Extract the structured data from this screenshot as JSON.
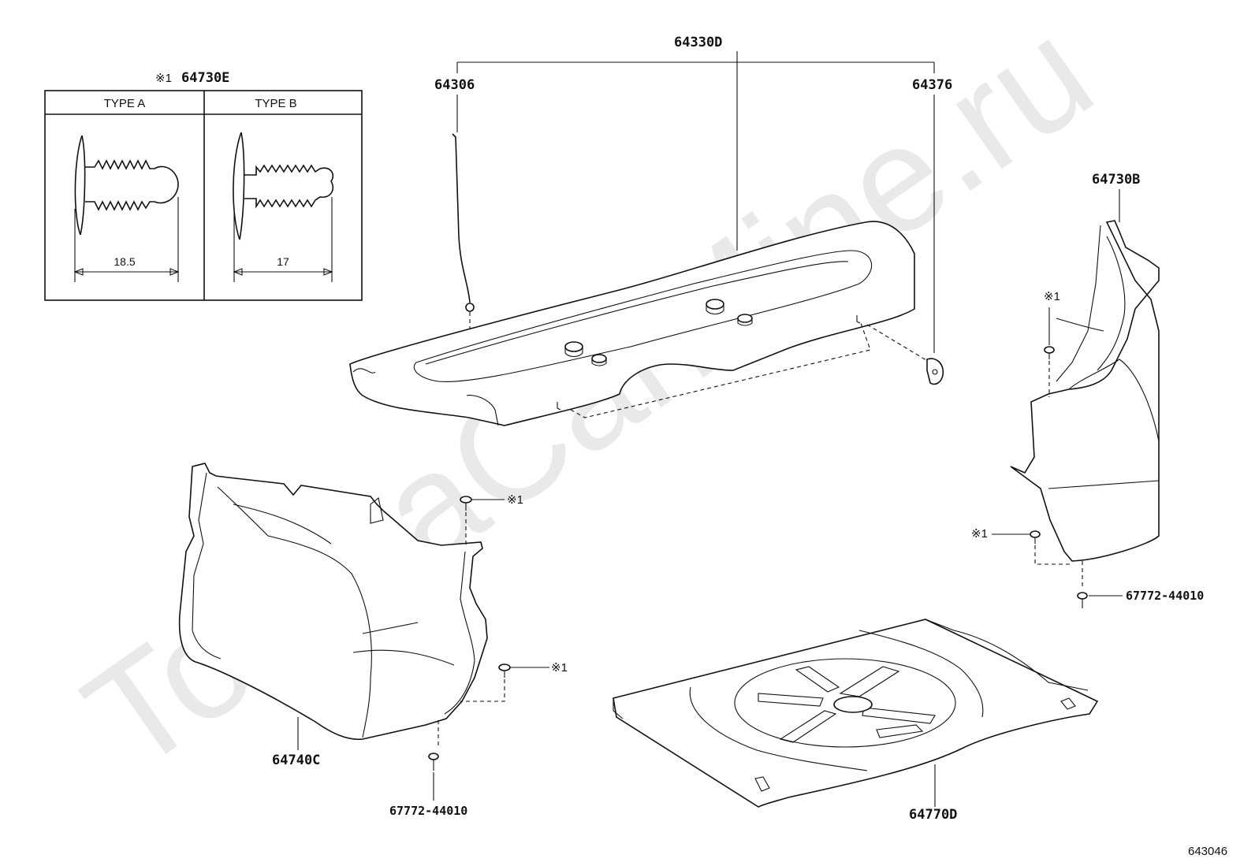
{
  "watermark": "ToyotaCarMine.ru",
  "figure_id": "643046",
  "callouts": {
    "p64330D": "64330D",
    "p64306": "64306",
    "p64376": "64376",
    "p64730B": "64730B",
    "p64740C": "64740C",
    "p64770D": "64770D",
    "p67772_left": "67772-44010",
    "p67772_right": "67772-44010"
  },
  "ref_mark": "※1",
  "clip_table": {
    "title_mark": "※1",
    "title_part": "64730E",
    "type_a": "TYPE A",
    "type_b": "TYPE B",
    "dim_a": "18.5",
    "dim_b": "17"
  }
}
